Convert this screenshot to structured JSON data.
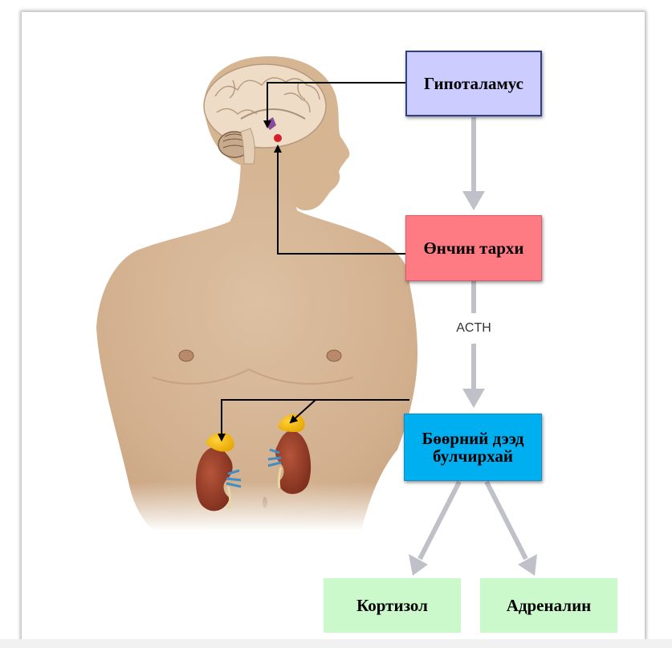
{
  "boxes": {
    "hypothalamus": "Гипоталамус",
    "pituitary": "Өнчин тархи",
    "adrenal": "Бөөрний дээд булчирхай",
    "cortisol": "Кортизол",
    "adrenaline": "Адреналин"
  },
  "arrow_label": "ACTH",
  "colors": {
    "hypothalamus_fill": "#ccccff",
    "pituitary_fill": "#ff7b84",
    "adrenal_fill": "#00afef",
    "output_fill": "#ccf9cc",
    "arrow_gray": "#c0c0c8",
    "skin": "#d9b592"
  }
}
